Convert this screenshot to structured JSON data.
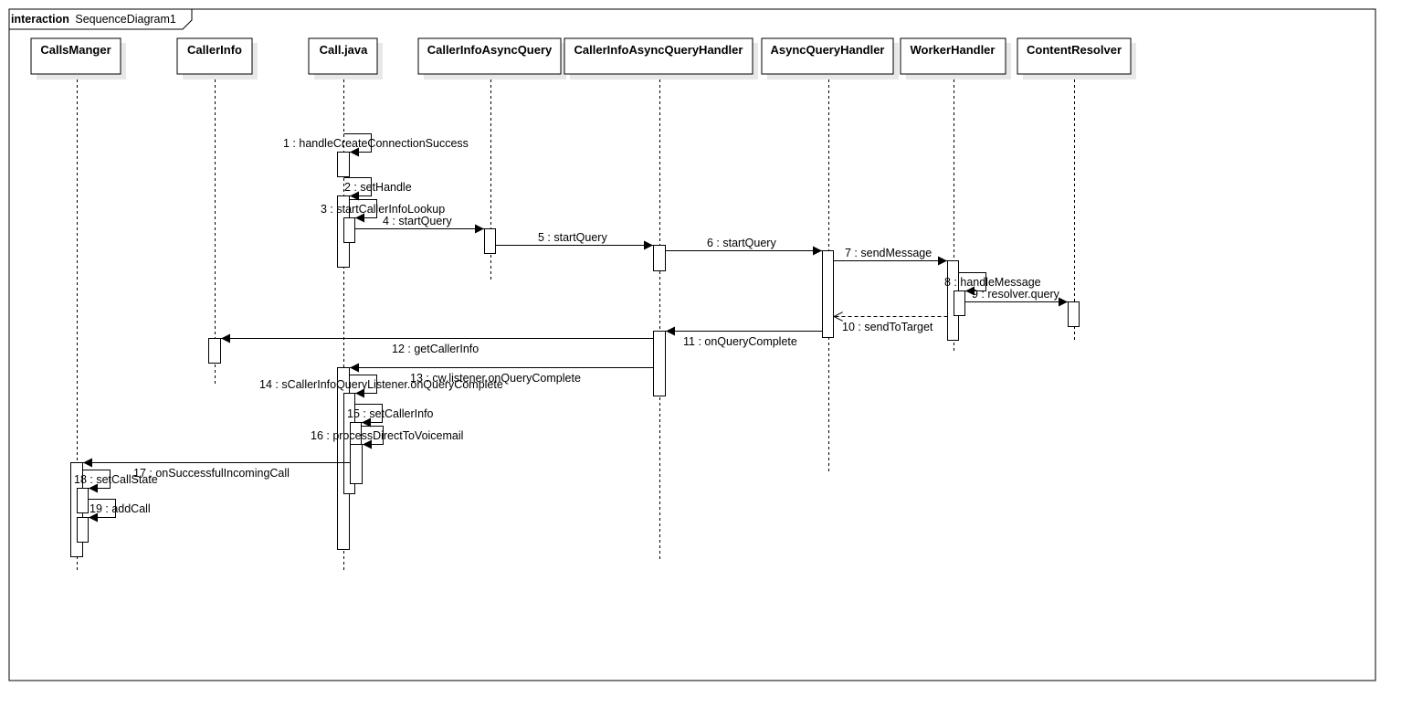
{
  "frame": {
    "keyword": "interaction",
    "name": "SequenceDiagram1"
  },
  "participants": [
    {
      "id": "callsmanger",
      "label": "CallsManger"
    },
    {
      "id": "callerinfo",
      "label": "CallerInfo"
    },
    {
      "id": "calljava",
      "label": "Call.java"
    },
    {
      "id": "cia_query",
      "label": "CallerInfoAsyncQuery"
    },
    {
      "id": "cia_handler",
      "label": "CallerInfoAsyncQueryHandler"
    },
    {
      "id": "aqh",
      "label": "AsyncQueryHandler"
    },
    {
      "id": "worker",
      "label": "WorkerHandler"
    },
    {
      "id": "resolver",
      "label": "ContentResolver"
    }
  ],
  "messages": [
    {
      "label": "1 : handleCreateConnectionSuccess"
    },
    {
      "label": "2 : setHandle"
    },
    {
      "label": "3 : startCallerInfoLookup"
    },
    {
      "label": "4 : startQuery"
    },
    {
      "label": "5 : startQuery"
    },
    {
      "label": "6 : startQuery"
    },
    {
      "label": "7 : sendMessage"
    },
    {
      "label": "8 : handleMessage"
    },
    {
      "label": "9 : resolver.query"
    },
    {
      "label": "10 : sendToTarget"
    },
    {
      "label": "11 : onQueryComplete"
    },
    {
      "label": "12 : getCallerInfo"
    },
    {
      "label": "13 : cw.listener.onQueryComplete"
    },
    {
      "label": "14 : sCallerInfoQueryListener.onQueryComplete"
    },
    {
      "label": "15 : setCallerInfo"
    },
    {
      "label": "16 : processDirectToVoicemail"
    },
    {
      "label": "17 : onSuccessfulIncomingCall"
    },
    {
      "label": "18 : setCallState"
    },
    {
      "label": "19 : addCall"
    }
  ]
}
